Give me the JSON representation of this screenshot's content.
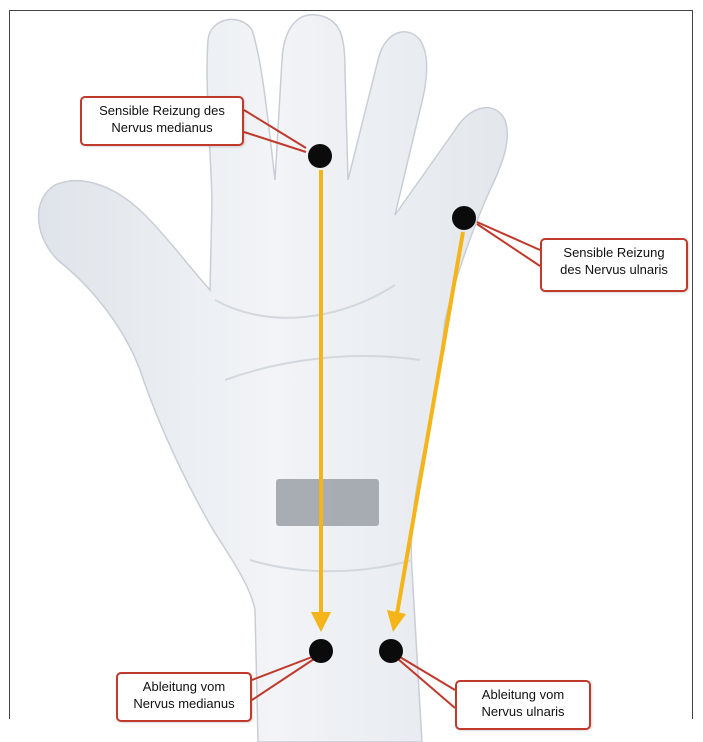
{
  "labels": {
    "median_stimulation": [
      "Sensible Reizung des",
      "Nervus medianus"
    ],
    "ulnar_stimulation": [
      "Sensible Reizung",
      "des Nervus ulnaris"
    ],
    "median_recording": [
      "Ableitung vom",
      "Nervus medianus"
    ],
    "ulnar_recording": [
      "Ableitung vom",
      "Nervus ulnaris"
    ]
  },
  "colors": {
    "arrow": "#f5b418",
    "callout_border": "#c0392b",
    "electrode": "#0b0b0b",
    "hand": "#e9edf2",
    "wrist_pad": "#8f959c"
  },
  "icons": {
    "electrode": "black-dot",
    "recording_pad": "gray-rectangle"
  }
}
